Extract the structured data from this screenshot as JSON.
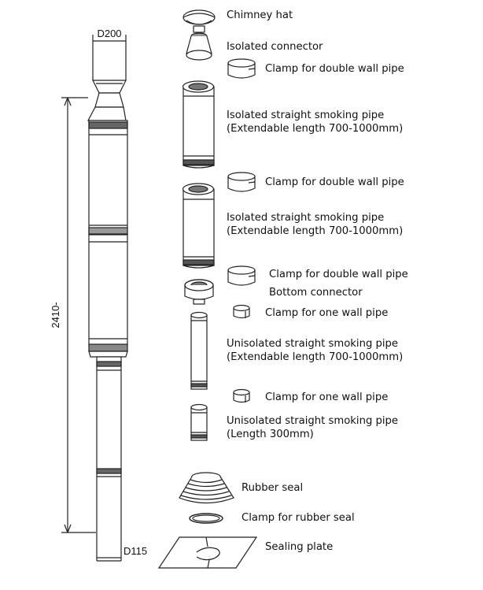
{
  "dimensions": {
    "top_diameter": "D200",
    "height": "2410-",
    "bottom_diameter": "D115"
  },
  "parts": [
    {
      "id": "chimney-hat",
      "lines": [
        "Chimney hat"
      ]
    },
    {
      "id": "isolated-connector",
      "lines": [
        "Isolated connector"
      ]
    },
    {
      "id": "clamp-double-wall-1",
      "lines": [
        "Clamp for double wall pipe"
      ]
    },
    {
      "id": "isolated-pipe-1",
      "lines": [
        "Isolated straight smoking pipe",
        "(Extendable length 700-1000mm)"
      ]
    },
    {
      "id": "clamp-double-wall-2",
      "lines": [
        "Clamp for double wall pipe"
      ]
    },
    {
      "id": "isolated-pipe-2",
      "lines": [
        "Isolated straight smoking pipe",
        "(Extendable length 700-1000mm)"
      ]
    },
    {
      "id": "clamp-double-wall-3",
      "lines": [
        "Clamp for double wall pipe"
      ]
    },
    {
      "id": "bottom-connector",
      "lines": [
        "Bottom connector"
      ]
    },
    {
      "id": "clamp-one-wall-1",
      "lines": [
        "Clamp for one wall pipe"
      ]
    },
    {
      "id": "unisolated-pipe-1",
      "lines": [
        "Unisolated straight smoking pipe",
        "(Extendable length 700-1000mm)"
      ]
    },
    {
      "id": "clamp-one-wall-2",
      "lines": [
        "Clamp for one wall pipe"
      ]
    },
    {
      "id": "unisolated-pipe-2",
      "lines": [
        "Unisolated straight smoking pipe",
        "(Length 300mm)"
      ]
    },
    {
      "id": "rubber-seal",
      "lines": [
        "Rubber seal"
      ]
    },
    {
      "id": "clamp-rubber-seal",
      "lines": [
        "Clamp for rubber seal"
      ]
    },
    {
      "id": "sealing-plate",
      "lines": [
        "Sealing plate"
      ]
    }
  ]
}
